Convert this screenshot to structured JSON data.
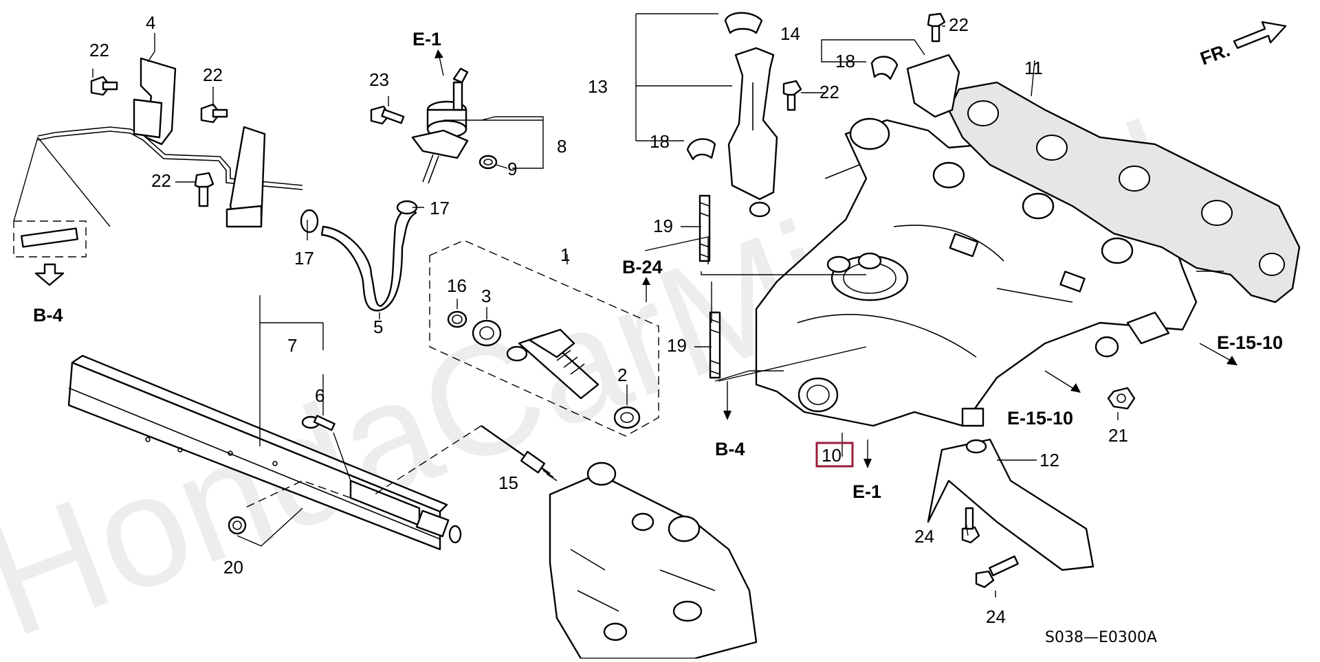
{
  "diagram": {
    "code": "S038—E0300A",
    "watermark": "HondaCarMine.ru",
    "direction_label": "FR.",
    "highlighted_part": "10",
    "highlight_color": "#9b1b3a",
    "refs": {
      "e1_top": "E-1",
      "b4_left": "B-4",
      "b24": "B-24",
      "b4_mid": "B-4",
      "e1_bottom": "E-1",
      "e1510_right": "E-15-10",
      "e1510_mid": "E-15-10"
    },
    "callouts": {
      "p1": "1",
      "p2": "2",
      "p3": "3",
      "p4": "4",
      "p5": "5",
      "p6": "6",
      "p7": "7",
      "p8": "8",
      "p9": "9",
      "p10": "10",
      "p11": "11",
      "p12": "12",
      "p13": "13",
      "p14": "14",
      "p15": "15",
      "p16": "16",
      "p17a": "17",
      "p17b": "17",
      "p18a": "18",
      "p18b": "18",
      "p19a": "19",
      "p19b": "19",
      "p20": "20",
      "p21": "21",
      "p22a": "22",
      "p22b": "22",
      "p22c": "22",
      "p22d": "22",
      "p22e": "22",
      "p23": "23",
      "p24a": "24",
      "p24b": "24"
    }
  }
}
